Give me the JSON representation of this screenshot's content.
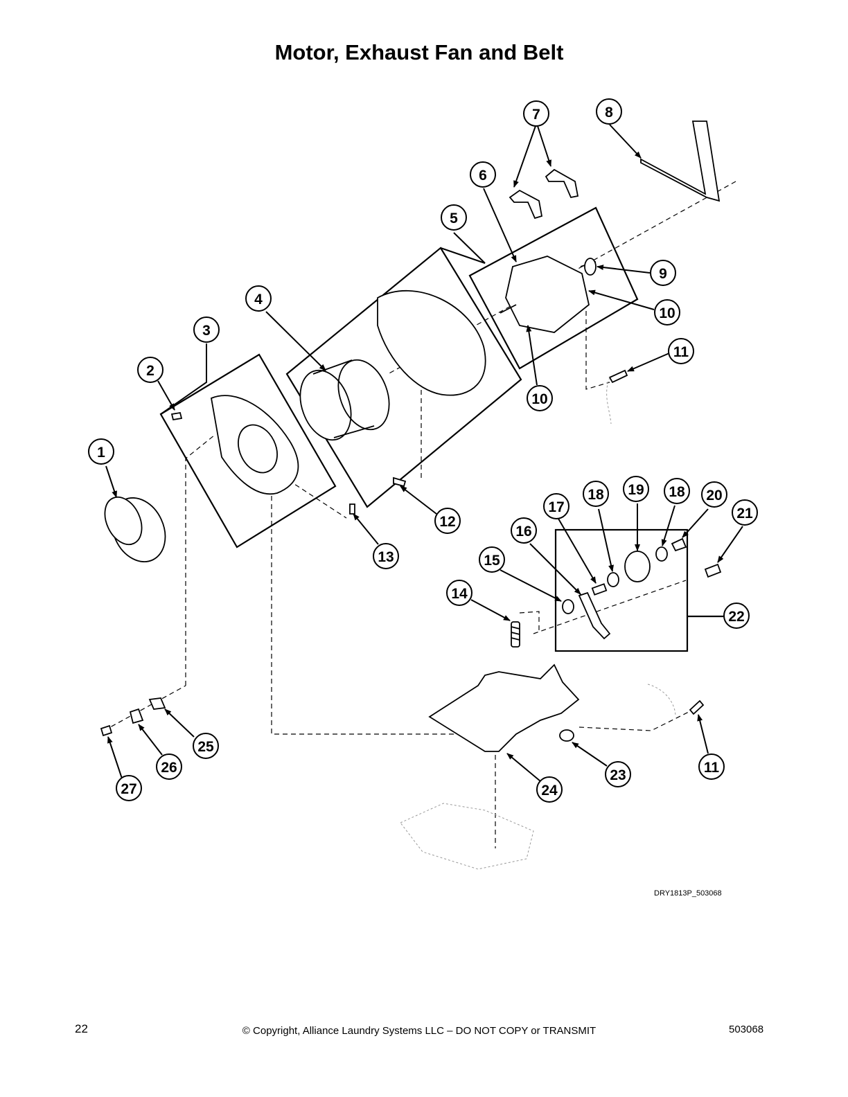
{
  "title": "Motor, Exhaust Fan and Belt",
  "figure_code": "DRY1813P_503068",
  "footer": {
    "page_number": "22",
    "copyright": "© Copyright, Alliance Laundry Systems LLC – DO NOT COPY or TRANSMIT",
    "document_number": "503068"
  },
  "callouts": [
    "1",
    "2",
    "3",
    "4",
    "5",
    "6",
    "7",
    "8",
    "9",
    "10",
    "10",
    "11",
    "11",
    "12",
    "13",
    "14",
    "15",
    "16",
    "17",
    "18",
    "18",
    "19",
    "20",
    "21",
    "22",
    "23",
    "24",
    "25",
    "26",
    "27"
  ]
}
